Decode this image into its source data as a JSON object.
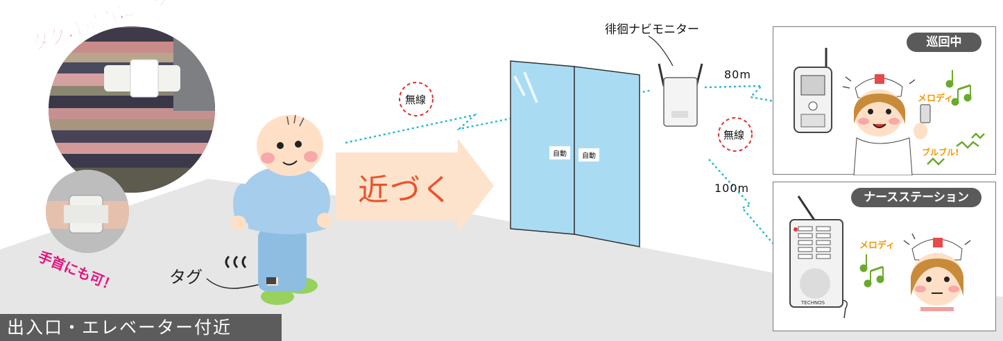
{
  "labels": {
    "tag_caption": "タグは足首に取り付け！",
    "wrist_caption": "手首にも可！",
    "tag": "タグ",
    "wireless_1": "無線",
    "wireless_2": "無線",
    "approach": "近づく",
    "door_left": "自動",
    "door_right": "自動",
    "monitor": "徘徊ナビモニター",
    "dist_80": "80m",
    "dist_100": "100m",
    "panel_top": "巡回中",
    "panel_bottom": "ナースステーション",
    "melody_1": "メロディ",
    "melody_2": "メロディ",
    "buzz": "ブルブル!",
    "footer": "出入口・エレベーター付近",
    "brand": "TECHNOS"
  },
  "colors": {
    "approach_text": "#e8542a",
    "arrow_fill": "#fde2cc",
    "wireless_circle": "#e03030",
    "signal_dots": "#2bb7d8",
    "caption_pink": "#e4157f",
    "melody_orange": "#f39800",
    "note_green": "#6aaa2a",
    "floor_gray": "#e6e6e6",
    "door_glass": "#a9dcf3",
    "shirt_blue": "#a6cdec"
  }
}
